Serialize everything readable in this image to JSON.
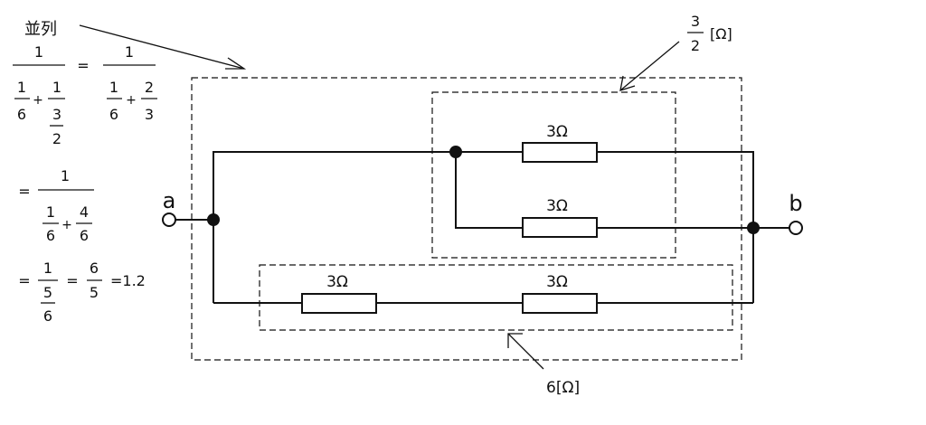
{
  "heading": "並列",
  "math": {
    "one": "1",
    "six": "6",
    "three": "3",
    "two": "2",
    "four": "4",
    "five": "5",
    "plus": "+",
    "equals": "=",
    "result": "=1.2"
  },
  "circuit": {
    "node_a": "a",
    "node_b": "b",
    "resistor_label": "3Ω",
    "parallel_value_top": "3",
    "parallel_value_bottom": "2",
    "parallel_unit": "[Ω]",
    "series_value": "6[Ω]"
  }
}
